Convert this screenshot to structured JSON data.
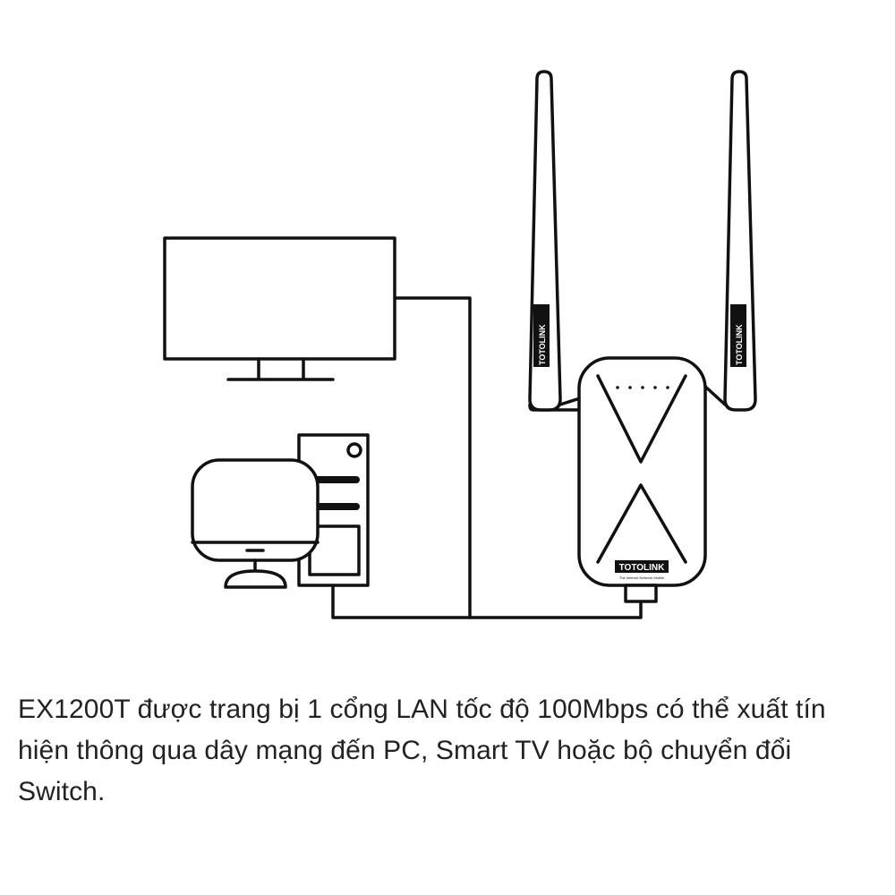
{
  "diagram": {
    "brand_text": "TOTOLINK",
    "brand_tagline": "The Internet Network Mobile",
    "colors": {
      "line": "#111111",
      "text": "#222222",
      "background": "#ffffff"
    }
  },
  "caption": "EX1200T được trang bị 1 cổng LAN tốc độ 100Mbps có thể xuất tín hiện thông qua dây mạng đến PC, Smart TV hoặc bộ chuyển đổi Switch."
}
